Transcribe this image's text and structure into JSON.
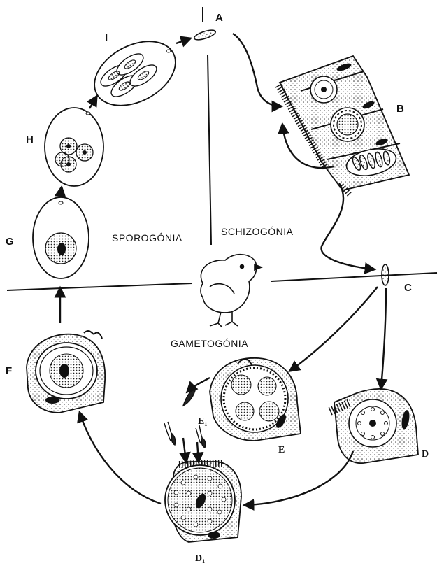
{
  "stages": {
    "A": "A",
    "B": "B",
    "C": "C",
    "D": "D",
    "D1": "D₁",
    "E": "E",
    "E1": "E₁",
    "F": "F",
    "G": "G",
    "H": "H",
    "I": "I"
  },
  "phases": {
    "sporogony": "SPOROGÓNIA",
    "schizogony": "SCHIZOGÓNIA",
    "gametogony": "GAMETOGÓNIA"
  },
  "colors": {
    "ink": "#111111",
    "background": "#ffffff"
  }
}
